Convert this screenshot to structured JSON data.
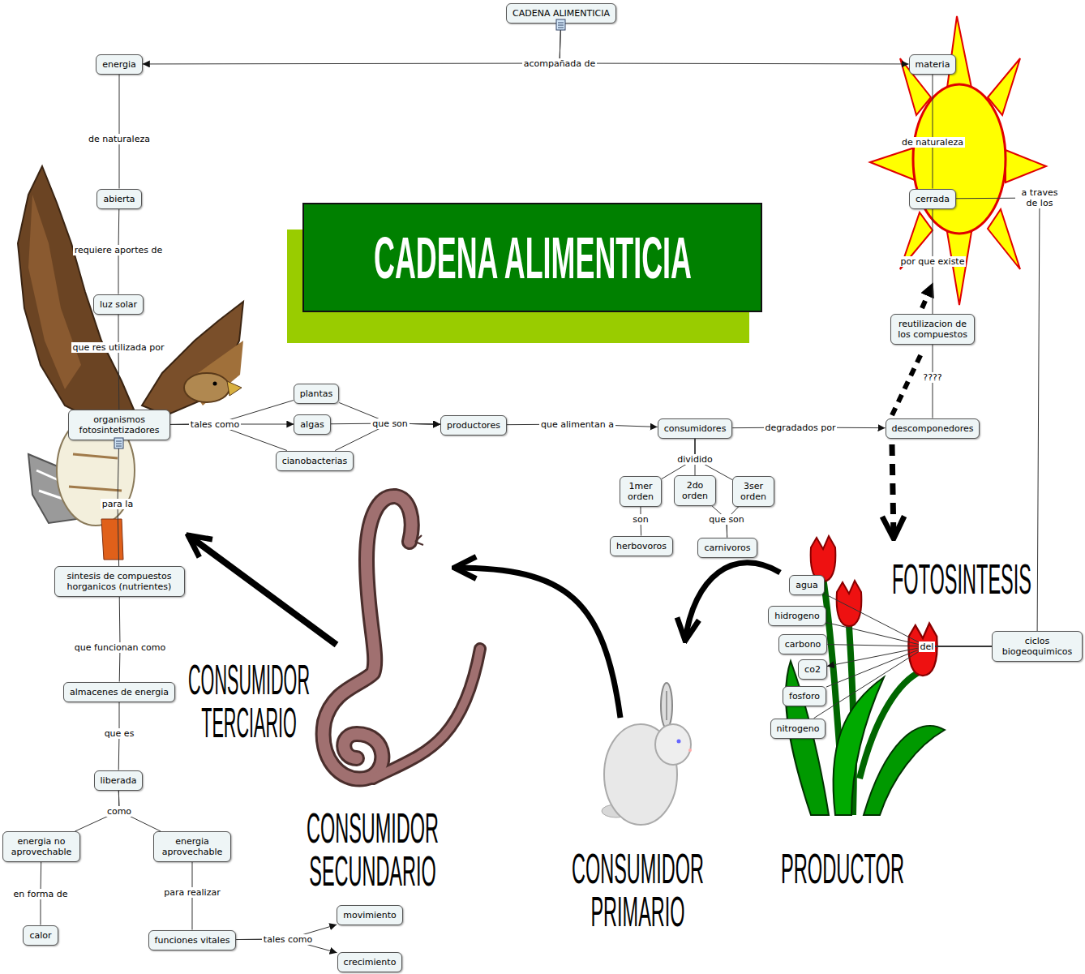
{
  "diagram": {
    "title": "CADENA ALIMENTICIA",
    "nodes": [
      {
        "text": [
          "CADENA ALIMENTICIA"
        ]
      },
      {
        "text": [
          "energia"
        ]
      },
      {
        "text": [
          "materia"
        ]
      },
      {
        "text": [
          "abierta"
        ]
      },
      {
        "text": [
          "cerrada"
        ]
      },
      {
        "text": [
          "luz solar"
        ]
      },
      {
        "text": [
          "reutilizacion de los compuestos"
        ]
      },
      {
        "text": [
          "organismos fotosintetizadores"
        ]
      },
      {
        "text": [
          "plantas"
        ]
      },
      {
        "text": [
          "algas"
        ]
      },
      {
        "text": [
          "cianobacterias"
        ]
      },
      {
        "text": [
          "productores"
        ]
      },
      {
        "text": [
          "consumidores"
        ]
      },
      {
        "text": [
          "descomponedores"
        ]
      },
      {
        "text": [
          "1mer orden"
        ]
      },
      {
        "text": [
          "2do orden"
        ]
      },
      {
        "text": [
          "3ser orden"
        ]
      },
      {
        "text": [
          "herbovoros"
        ]
      },
      {
        "text": [
          "carnivoros"
        ]
      },
      {
        "text": [
          "agua"
        ]
      },
      {
        "text": [
          "hidrogeno"
        ]
      },
      {
        "text": [
          "carbono"
        ]
      },
      {
        "text": [
          "co2"
        ]
      },
      {
        "text": [
          "fosforo"
        ]
      },
      {
        "text": [
          "nitrogeno"
        ]
      },
      {
        "text": [
          "ciclos biogeoquimicos"
        ]
      },
      {
        "text": [
          "sintesis de compuestos horganicos (nutrientes)"
        ]
      },
      {
        "text": [
          "almacenes de energia"
        ]
      },
      {
        "text": [
          "liberada"
        ]
      },
      {
        "text": [
          "energia no aprovechable"
        ]
      },
      {
        "text": [
          "energia aprovechable"
        ]
      },
      {
        "text": [
          "calor"
        ]
      },
      {
        "text": [
          "funciones vitales"
        ]
      },
      {
        "text": [
          "movimiento"
        ]
      },
      {
        "text": [
          "crecimiento"
        ]
      }
    ],
    "edges": [
      {
        "from": 0,
        "to": 1,
        "label": "acompañada de",
        "arrow": "to"
      },
      {
        "from": 0,
        "to": 2,
        "arrow": "to"
      },
      {
        "from": 1,
        "to": 3,
        "label": "de naturaleza",
        "arrow": "none"
      },
      {
        "from": 2,
        "to": 4,
        "label": "de naturaleza",
        "arrow": "none"
      },
      {
        "from": 3,
        "to": 5,
        "label": "requiere aportes de",
        "arrow": "none"
      },
      {
        "from": 5,
        "to": 7,
        "label": "que res utilizada por",
        "arrow": "none"
      },
      {
        "from": 7,
        "to": 8,
        "arrow": "none"
      },
      {
        "from": 7,
        "to": 9,
        "label": "tales como",
        "arrow": "to"
      },
      {
        "from": 7,
        "to": 10,
        "arrow": "none"
      },
      {
        "from": 8,
        "to": 11,
        "arrow": "to"
      },
      {
        "from": 9,
        "to": 11,
        "label": "que son",
        "arrow": "to"
      },
      {
        "from": 10,
        "to": 11,
        "arrow": "to"
      },
      {
        "from": 11,
        "to": 12,
        "label": "que alimentan a",
        "arrow": "to"
      },
      {
        "from": 12,
        "to": 13,
        "label": "degradados por",
        "arrow": "to"
      },
      {
        "from": 12,
        "to": 14,
        "label": "dividido",
        "arrow": "none"
      },
      {
        "from": 12,
        "to": 15,
        "arrow": "none"
      },
      {
        "from": 12,
        "to": 16,
        "arrow": "none"
      },
      {
        "from": 14,
        "to": 17,
        "label": "son",
        "arrow": "none"
      },
      {
        "from": 15,
        "to": 18,
        "label": "que son",
        "arrow": "none"
      },
      {
        "from": 16,
        "to": 18,
        "arrow": "none"
      },
      {
        "from": 13,
        "to": 6,
        "label": "????",
        "arrow": "none"
      },
      {
        "from": 6,
        "to": 4,
        "label": "por que existe",
        "arrow": "none"
      },
      {
        "from": 4,
        "to": 25,
        "label": "a traves de los",
        "arrow": "none"
      },
      {
        "from": 25,
        "to": 19,
        "label": "del",
        "arrow": "none"
      },
      {
        "from": 25,
        "to": 20,
        "arrow": "none"
      },
      {
        "from": 25,
        "to": 21,
        "arrow": "none"
      },
      {
        "from": 25,
        "to": 22,
        "arrow": "to"
      },
      {
        "from": 25,
        "to": 23,
        "arrow": "none"
      },
      {
        "from": 25,
        "to": 24,
        "arrow": "none"
      },
      {
        "from": 7,
        "to": 26,
        "label": "para la",
        "arrow": "none"
      },
      {
        "from": 26,
        "to": 27,
        "label": "que funcionan como",
        "arrow": "none"
      },
      {
        "from": 27,
        "to": 28,
        "label": "que es",
        "arrow": "none"
      },
      {
        "from": 28,
        "to": 29,
        "label": "como",
        "arrow": "none"
      },
      {
        "from": 28,
        "to": 30,
        "arrow": "none"
      },
      {
        "from": 29,
        "to": 31,
        "label": "en forma de",
        "arrow": "none"
      },
      {
        "from": 30,
        "to": 32,
        "label": "para realizar",
        "arrow": "none"
      },
      {
        "from": 32,
        "to": 33,
        "label": "tales como",
        "arrow": "to"
      },
      {
        "from": 32,
        "to": 34,
        "arrow": "to"
      }
    ],
    "labels": [
      "FOTOSINTESIS",
      "CONSUMIDOR TERCIARIO",
      "CONSUMIDOR SECUNDARIO",
      "CONSUMIDOR PRIMARIO",
      "PRODUCTOR"
    ]
  }
}
